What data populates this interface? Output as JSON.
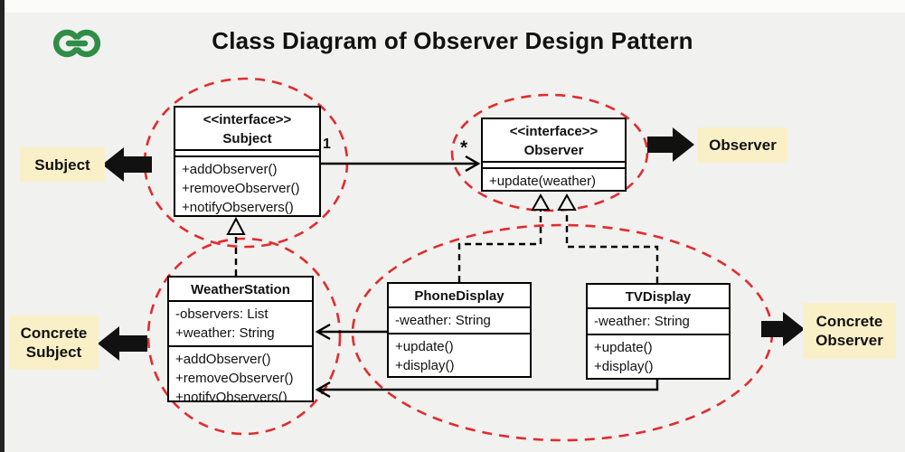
{
  "header": {
    "title": "Class Diagram of Observer Design Pattern",
    "logo_icon": "geeksforgeeks-logo",
    "logo_color": "#2f8d46"
  },
  "colors": {
    "background": "#f1f1f0",
    "class_background": "#ffffff",
    "class_border": "#000000",
    "highlight_ellipse_red": "#e12c2c",
    "side_label_background": "#faf0c8",
    "arrow_black": "#111111"
  },
  "classes": [
    {
      "stereotype": "<<interface>>",
      "name": "Subject",
      "attributes": [],
      "methods": [
        "+addObserver()",
        "+removeObserver()",
        "+notifyObservers()"
      ]
    },
    {
      "stereotype": "<<interface>>",
      "name": "Observer",
      "attributes": [],
      "methods": [
        "+update(weather)"
      ]
    },
    {
      "stereotype": "",
      "name": "WeatherStation",
      "attributes": [
        "-observers: List",
        "+weather: String"
      ],
      "methods": [
        "+addObserver()",
        "+removeObserver()",
        "+notifyObservers()"
      ]
    },
    {
      "stereotype": "",
      "name": "PhoneDisplay",
      "attributes": [
        "-weather: String"
      ],
      "methods": [
        "+update()",
        "+display()"
      ]
    },
    {
      "stereotype": "",
      "name": "TVDisplay",
      "attributes": [
        "-weather: String"
      ],
      "methods": [
        "+update()",
        "+display()"
      ]
    }
  ],
  "association": {
    "subject_multiplicity": "1",
    "observer_multiplicity": "*"
  },
  "side_labels": {
    "subject": "Subject",
    "observer": "Observer",
    "concrete_subject": "Concrete Subject",
    "concrete_observer": "Concrete Observer"
  },
  "relationships": [
    {
      "from": "Subject",
      "to": "Observer",
      "type": "association",
      "from_label": "1",
      "to_label": "*"
    },
    {
      "from": "WeatherStation",
      "to": "Subject",
      "type": "realization"
    },
    {
      "from": "PhoneDisplay",
      "to": "Observer",
      "type": "realization"
    },
    {
      "from": "TVDisplay",
      "to": "Observer",
      "type": "realization"
    },
    {
      "from": "PhoneDisplay",
      "to": "WeatherStation",
      "type": "association"
    },
    {
      "from": "TVDisplay",
      "to": "WeatherStation",
      "type": "association"
    }
  ]
}
